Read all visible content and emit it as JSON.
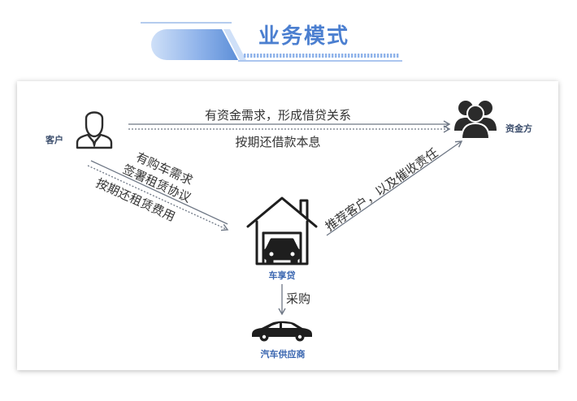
{
  "header": {
    "title": "业务模式"
  },
  "nodes": {
    "customer": "客户",
    "funder": "资金方",
    "platform": "车享贷",
    "supplier": "汽车供应商"
  },
  "flows": {
    "customer_to_funder": "有资金需求，形成借贷关系",
    "repayment": "按期还借款本息",
    "customer_platform_1": "有购车需求",
    "customer_platform_2": "签署租赁协议",
    "customer_platform_3": "按期还租赁费用",
    "platform_to_funder": "推荐客户，以及催收责任",
    "procurement": "采购"
  },
  "colors": {
    "brand_blue": "#4b7fd0",
    "node_text_dark": "#3a4c6b",
    "node_text_blue": "#3a66b0",
    "arrow_gray": "#6e7785"
  }
}
